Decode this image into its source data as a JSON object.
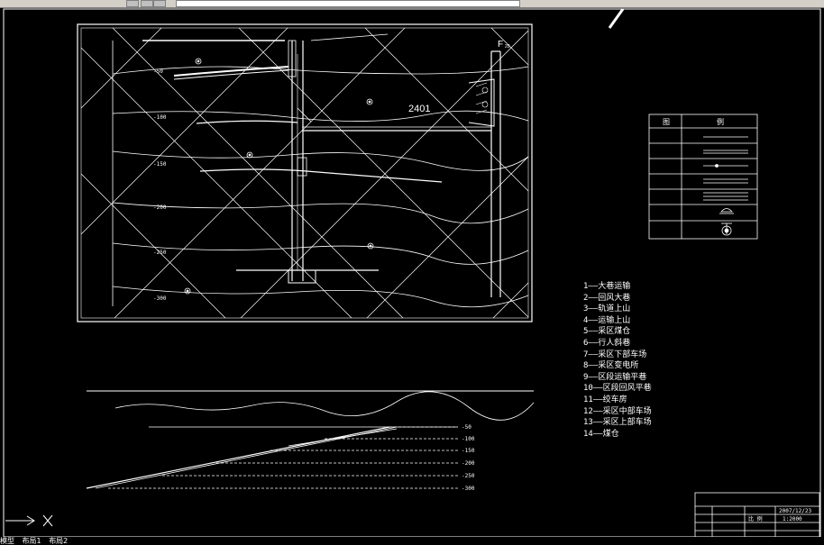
{
  "toolbar": {
    "icons": [
      "arrow-icon",
      "window-icon",
      "window-icon"
    ]
  },
  "plan": {
    "label_2401": "2401",
    "label_f": "F",
    "label_f_sub": "20",
    "level_labels": [
      "-50",
      "-100",
      "-150",
      "-200",
      "-250",
      "-300"
    ]
  },
  "section": {
    "level_labels": [
      "-50",
      "-100",
      "-150",
      "-200",
      "-250",
      "-300"
    ]
  },
  "legend_table": {
    "header": [
      "图",
      "例"
    ]
  },
  "legend_list": [
    "1——大巷运输",
    "2——回风大巷",
    "3——轨道上山",
    "4——运输上山",
    "5——采区煤仓",
    "6——行人斜巷",
    "7——采区下部车场",
    "8——采区变电所",
    "9——区段运输平巷",
    "10——区段回风平巷",
    "11——绞车房",
    "12——采区中部车场",
    "13——采区上部车场",
    "14——煤仓"
  ],
  "title_block": {
    "scale_label": "比 例",
    "scale": "1:2000",
    "date": "2007/12/23"
  },
  "tabs": [
    "模型",
    "布局1",
    "布局2"
  ]
}
